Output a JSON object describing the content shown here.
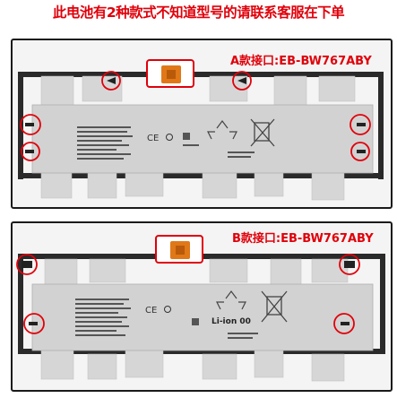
{
  "headline": "此电池有2种款式不知道型号的请联系客服在下单",
  "variants": [
    {
      "title": "A款接口:EB-BW767ABY"
    },
    {
      "title": "B款接口:EB-BW767ABY",
      "cell_label": "Li-ion 00"
    }
  ],
  "colors": {
    "accent": "#e0000a",
    "connector": "#e07818",
    "frame": "#1a1a1a",
    "battery": "#d2d2d2"
  },
  "icons": [
    "ce-mark",
    "recycle-symbol",
    "crossed-bin-symbol",
    "flex-connector"
  ]
}
